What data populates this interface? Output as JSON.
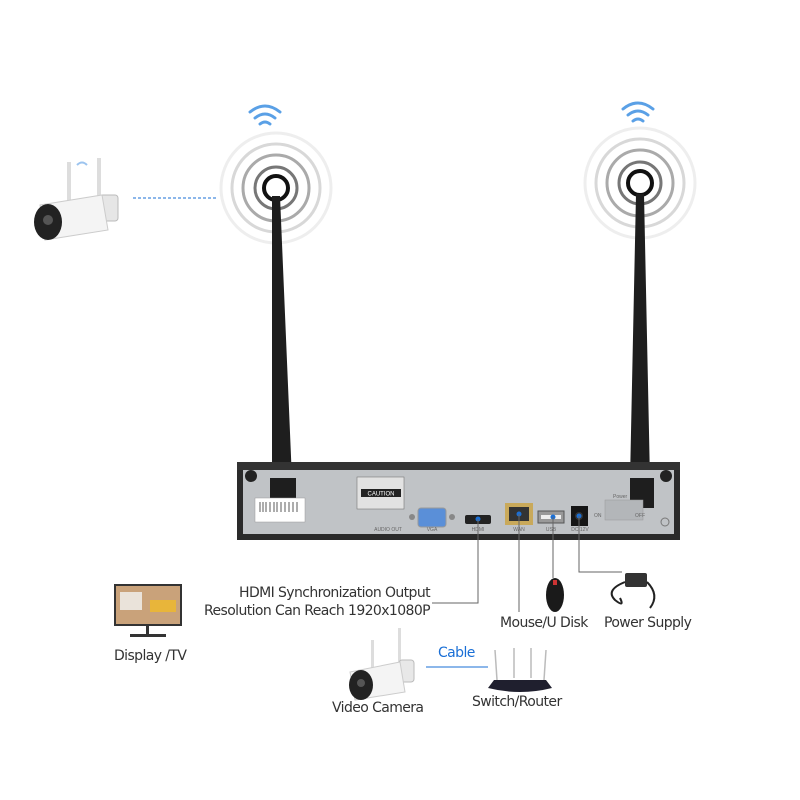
{
  "labels": {
    "hdmi_line1": "HDMI Synchronization Output",
    "hdmi_line2": "Resolution Can Reach 1920x1080P",
    "mouse": "Mouse/U Disk",
    "power": "Power Supply",
    "display": "Display /TV",
    "camera": "Video Camera",
    "cable": "Cable",
    "router": "Switch/Router"
  },
  "panel": {
    "caution": "CAUTION",
    "audio_out": "AUDIO OUT",
    "vga": "VGA",
    "hdmi": "HDMI",
    "wan": "WAN",
    "usb": "USB",
    "dc": "DC 12V",
    "power": "Power",
    "on": "ON",
    "off": "OFF"
  },
  "colors": {
    "accent": "#1a6fd6",
    "wifi": "#5aa0e6",
    "line": "#555555",
    "nvr_body": "#b9bcc0"
  }
}
